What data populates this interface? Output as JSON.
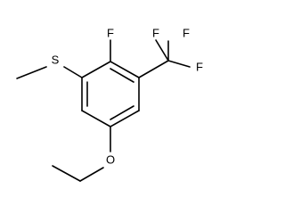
{
  "molecule": {
    "atoms": {
      "sulfur": "S",
      "fluorine_ring": "F",
      "fluorine_top": "F",
      "fluorine_left": "F",
      "fluorine_right": "F",
      "oxygen": "O"
    }
  }
}
